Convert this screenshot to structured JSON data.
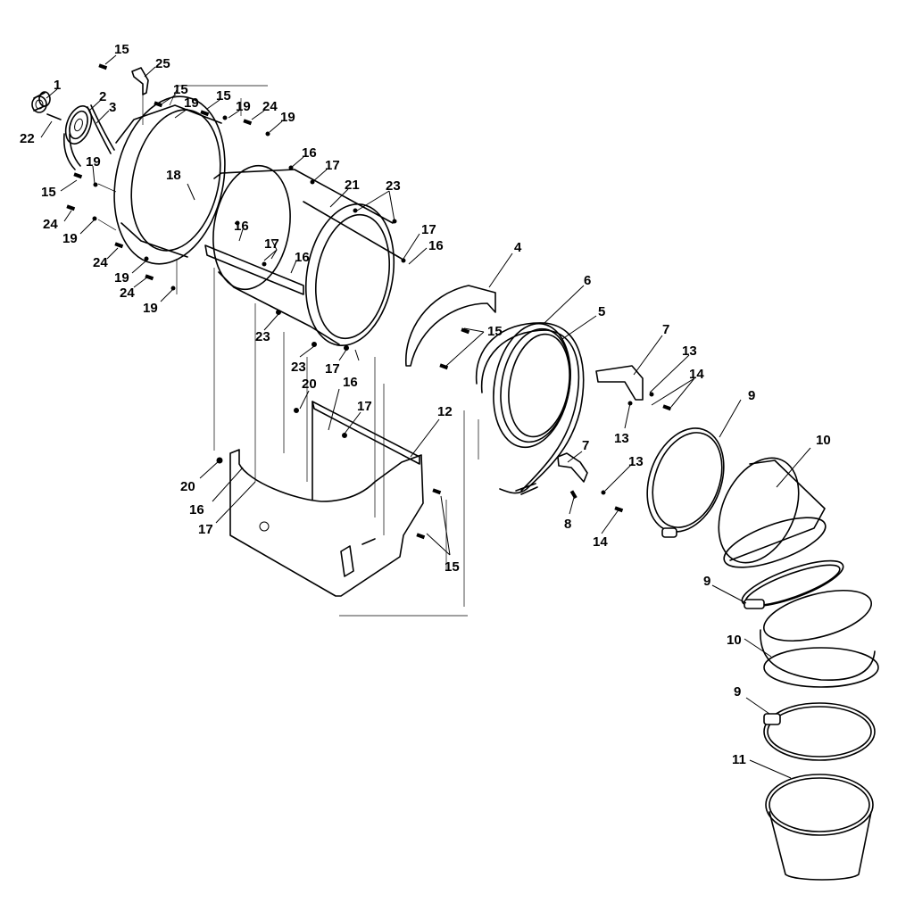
{
  "callouts": [
    {
      "id": "c1",
      "text": "1"
    },
    {
      "id": "c2",
      "text": "2"
    },
    {
      "id": "c3",
      "text": "3"
    },
    {
      "id": "c4",
      "text": "4"
    },
    {
      "id": "c5",
      "text": "5"
    },
    {
      "id": "c6",
      "text": "6"
    },
    {
      "id": "c7a",
      "text": "7"
    },
    {
      "id": "c7b",
      "text": "7"
    },
    {
      "id": "c8",
      "text": "8"
    },
    {
      "id": "c9a",
      "text": "9"
    },
    {
      "id": "c9b",
      "text": "9"
    },
    {
      "id": "c9c",
      "text": "9"
    },
    {
      "id": "c10a",
      "text": "10"
    },
    {
      "id": "c10b",
      "text": "10"
    },
    {
      "id": "c11",
      "text": "11"
    },
    {
      "id": "c12",
      "text": "12"
    },
    {
      "id": "c13a",
      "text": "13"
    },
    {
      "id": "c13b",
      "text": "13"
    },
    {
      "id": "c13c",
      "text": "13"
    },
    {
      "id": "c14a",
      "text": "14"
    },
    {
      "id": "c14b",
      "text": "14"
    },
    {
      "id": "c15a",
      "text": "15"
    },
    {
      "id": "c15b",
      "text": "15"
    },
    {
      "id": "c15c",
      "text": "15"
    },
    {
      "id": "c15d",
      "text": "15"
    },
    {
      "id": "c15e",
      "text": "15"
    },
    {
      "id": "c15f",
      "text": "15"
    },
    {
      "id": "c16a",
      "text": "16"
    },
    {
      "id": "c16b",
      "text": "16"
    },
    {
      "id": "c16c",
      "text": "16"
    },
    {
      "id": "c16d",
      "text": "16"
    },
    {
      "id": "c16e",
      "text": "16"
    },
    {
      "id": "c16f",
      "text": "16"
    },
    {
      "id": "c17a",
      "text": "17"
    },
    {
      "id": "c17b",
      "text": "17"
    },
    {
      "id": "c17c",
      "text": "17"
    },
    {
      "id": "c17d",
      "text": "17"
    },
    {
      "id": "c17e",
      "text": "17"
    },
    {
      "id": "c17f",
      "text": "17"
    },
    {
      "id": "c18",
      "text": "18"
    },
    {
      "id": "c19a",
      "text": "19"
    },
    {
      "id": "c19b",
      "text": "19"
    },
    {
      "id": "c19c",
      "text": "19"
    },
    {
      "id": "c19d",
      "text": "19"
    },
    {
      "id": "c19e",
      "text": "19"
    },
    {
      "id": "c19f",
      "text": "19"
    },
    {
      "id": "c19g",
      "text": "19"
    },
    {
      "id": "c20a",
      "text": "20"
    },
    {
      "id": "c20b",
      "text": "20"
    },
    {
      "id": "c21",
      "text": "21"
    },
    {
      "id": "c22",
      "text": "22"
    },
    {
      "id": "c23a",
      "text": "23"
    },
    {
      "id": "c23b",
      "text": "23"
    },
    {
      "id": "c23c",
      "text": "23"
    },
    {
      "id": "c24a",
      "text": "24"
    },
    {
      "id": "c24b",
      "text": "24"
    },
    {
      "id": "c24c",
      "text": "24"
    },
    {
      "id": "c24d",
      "text": "24"
    },
    {
      "id": "c25",
      "text": "25"
    }
  ]
}
